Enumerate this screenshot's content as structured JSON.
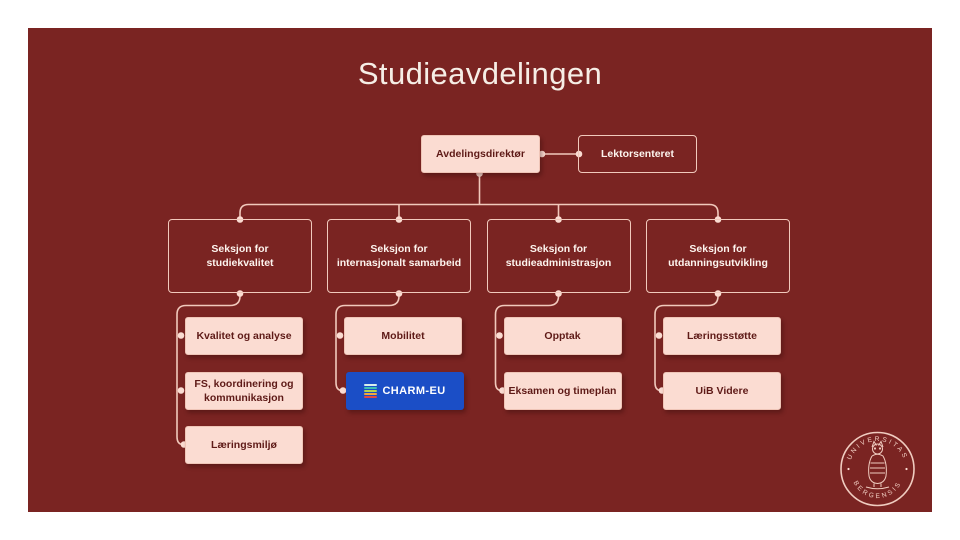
{
  "title": "Studieavdelingen",
  "colors": {
    "page_bg": "#ffffff",
    "slide_bg": "#7a2422",
    "box_fill": "#fbdcd2",
    "box_border": "#f1c9bc",
    "dark_text": "#5e1a17",
    "light_text": "#fdf4ee",
    "connector_line": "#f1c9bc",
    "charm_blue": "#1b4ec6"
  },
  "chart": {
    "director": "Avdelingsdirektør",
    "side_unit": "Lektorsenteret",
    "sections": [
      {
        "label": "Seksjon for\nstudiekvalitet",
        "children": [
          "Kvalitet og analyse",
          "FS, koordinering og\nkommunikasjon",
          "Læringsmiljø"
        ]
      },
      {
        "label": "Seksjon for\ninternasjonalt samarbeid",
        "children": [
          "Mobilitet"
        ]
      },
      {
        "label": "Seksjon for\nstudieadministrasjon",
        "children": [
          "Opptak",
          "Eksamen og timeplan"
        ]
      },
      {
        "label": "Seksjon for\nutdanningsutvikling",
        "children": [
          "Læringsstøtte",
          "UiB Videre"
        ]
      }
    ]
  },
  "charm_logo": {
    "label": "CHARM-EU",
    "bar_colors": [
      "#d9efec",
      "#3fbfb2",
      "#b5d34f",
      "#f2a93b",
      "#e04a41"
    ]
  },
  "seal": {
    "top": "UNIVERSITAS",
    "bottom": "BERGENSIS"
  }
}
